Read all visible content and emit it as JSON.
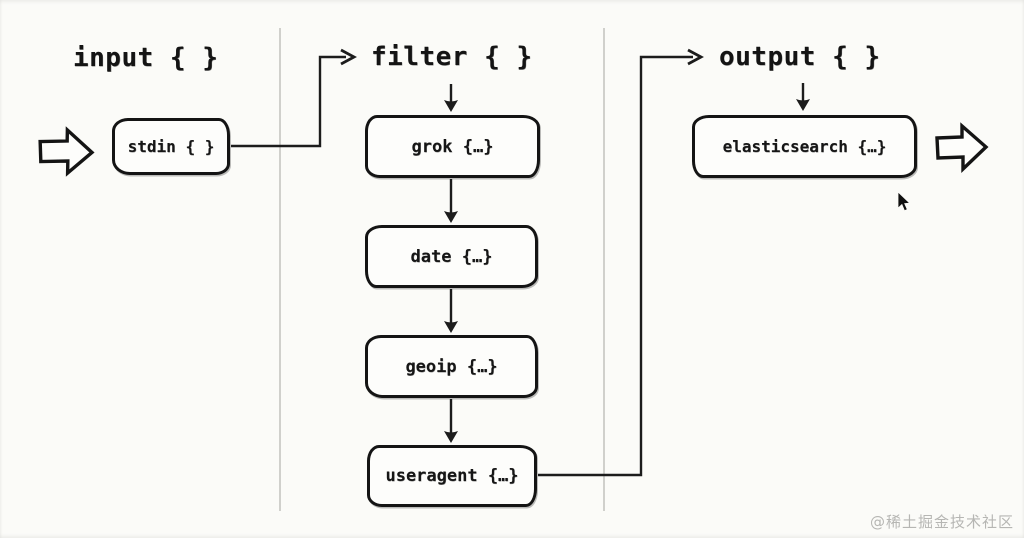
{
  "diagram": {
    "sections": [
      {
        "id": "input",
        "title": "input { }"
      },
      {
        "id": "filter",
        "title": "filter { }"
      },
      {
        "id": "output",
        "title": "output { }"
      }
    ],
    "nodes": [
      {
        "id": "stdin",
        "label": "stdin { }",
        "section": "input"
      },
      {
        "id": "grok",
        "label": "grok {…}",
        "section": "filter"
      },
      {
        "id": "date",
        "label": "date {…}",
        "section": "filter"
      },
      {
        "id": "geoip",
        "label": "geoip {…}",
        "section": "filter"
      },
      {
        "id": "useragent",
        "label": "useragent {…}",
        "section": "filter"
      },
      {
        "id": "elasticsearch",
        "label": "elasticsearch {…}",
        "section": "output"
      }
    ],
    "edges": [
      {
        "from": "external-source",
        "to": "stdin"
      },
      {
        "from": "stdin",
        "to": "filter"
      },
      {
        "from": "filter",
        "to": "grok"
      },
      {
        "from": "grok",
        "to": "date"
      },
      {
        "from": "date",
        "to": "geoip"
      },
      {
        "from": "geoip",
        "to": "useragent"
      },
      {
        "from": "useragent",
        "to": "output"
      },
      {
        "from": "output",
        "to": "elasticsearch"
      },
      {
        "from": "elasticsearch",
        "to": "external-destination"
      }
    ],
    "colors": {
      "ink": "#1a1a1a",
      "background": "#fbfbf8",
      "divider": "#c2c2be",
      "watermark_text": "#b6b6b3"
    }
  },
  "watermark": "@稀土掘金技术社区"
}
